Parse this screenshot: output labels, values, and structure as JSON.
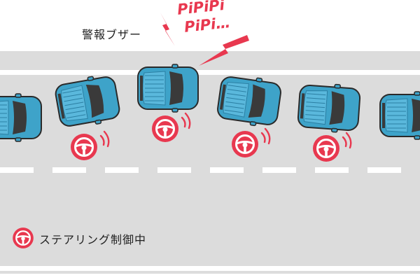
{
  "labels": {
    "buzzer": "警報ブザー",
    "sound_line1": "PiPiPi",
    "sound_line2": "PiPi…",
    "steering_control": "ステアリング制御中"
  },
  "colors": {
    "road": "#dcdcdc",
    "lane_line": "#ffffff",
    "car_body": "#3ea3c9",
    "car_outline": "#2a2a2a",
    "window": "#3a3a3a",
    "alert_red": "#e8384f",
    "caption_text": "#222222"
  },
  "icons": {
    "steering_wheel": "steering-wheel-icon",
    "lightning": "lightning-bolt-icon",
    "signal_waves": "signal-waves-icon"
  }
}
